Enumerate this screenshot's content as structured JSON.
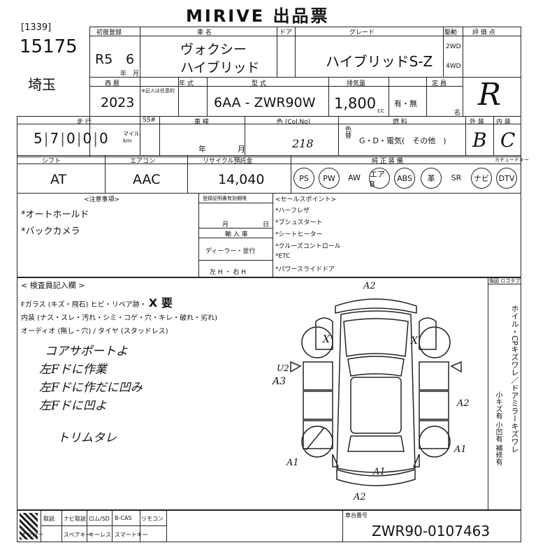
{
  "header": {
    "brand": "MIRIVE",
    "title": "出品票"
  },
  "lot": {
    "bracket": "[1339]",
    "number": "15175",
    "region": "埼玉"
  },
  "labels": {
    "first_reg": "初度登録",
    "car_name": "車 名",
    "door": "ドア",
    "grade": "グレード",
    "drive": "駆動",
    "score": "評 価 点",
    "year": "西 暦",
    "model_year": "年 式",
    "model_year_note": "※記入は任意的",
    "type": "型 式",
    "displacement": "排気量",
    "quota": "定 員",
    "mileage": "走 行",
    "ss": "SS#",
    "inspection": "車 検",
    "color": "色 (Col.No)",
    "fuel": "燃 料",
    "exterior": "外 装",
    "interior": "内 装",
    "shift": "シフト",
    "aircon": "エアコン",
    "recycle": "リサイクル預託金",
    "equipment": "純 正 装 備",
    "car_guide": "カチュードキー",
    "notes": "<注意事項>",
    "reg_expiry": "登録証明書有効期限",
    "import_car": "輸 入 車",
    "dealer": "ディーラー・並行",
    "steering": "左 H ・ 右 H",
    "sales_points": "<セールスポイント>",
    "inspector": "< 検査員記入欄 >",
    "glass": "Fガラス (キズ・飛石) ヒビ・リペア跡・",
    "glass_mark": "X 要",
    "interior_line": "内装 (ナス・スレ・汚れ・シミ・コゲ・穴・キレ・破れ・劣れ)",
    "audio_line": "オーディオ (無し・穴) / タイヤ (スタッドレス)",
    "diagram_head": "傷図 ロゴタブ",
    "wheel_note": "ホイル・CPキズワレ／ドアミラーキズワレ",
    "wheel_side": "小キズ有 小凹有 補修有",
    "chassis_label": "車台番号",
    "bottom_cells": [
      "取説",
      "ナビ取説",
      "ロム/SD",
      "B-CAS",
      "リモコン",
      "ナンバー",
      "スペアキー",
      "キーレス",
      "スマートキー"
    ]
  },
  "vehicle": {
    "reg_era": "R5",
    "reg_month": "6",
    "reg_year_unit": "年",
    "reg_month_unit": "月",
    "name_line1": "ヴォクシー",
    "name_line2": "ハイブリッド",
    "grade": "ハイブリッドS-Z",
    "drive_2wd": "2WD",
    "drive_4wd": "4WD",
    "score": "R",
    "year": "2023",
    "model": "6AA - ZWR90W",
    "displacement": "1,800",
    "displacement_unit": "cc",
    "quota": "有・無",
    "quota_unit": "名",
    "mileage_digits": [
      "5",
      "7",
      "0",
      "0",
      "0"
    ],
    "mileage_unit": "マイル km",
    "inspection_year": "年",
    "inspection_month": "月",
    "color_code": "218",
    "color_suffix": "色替",
    "fuel": "G・D・電気(　その他　)",
    "exterior_grade": "B",
    "interior_grade": "C",
    "shift": "AT",
    "aircon": "AAC",
    "recycle": "14,040",
    "chassis": "ZWR90-0107463"
  },
  "equipment": [
    {
      "label": "PS",
      "circled": true
    },
    {
      "label": "PW",
      "circled": true
    },
    {
      "label": "AW",
      "circled": false
    },
    {
      "label": "エアB",
      "circled": true
    },
    {
      "label": "ABS",
      "circled": true
    },
    {
      "label": "革",
      "circled": true
    },
    {
      "label": "SR",
      "circled": false
    },
    {
      "label": "ナビ",
      "circled": true
    },
    {
      "label": "DTV",
      "circled": true
    }
  ],
  "notes": [
    "*オートホールド",
    "*バックカメラ"
  ],
  "reg_expiry_values": {
    "month": "月",
    "day": "日"
  },
  "sales_points": [
    "*ハーフレザ",
    "*プシュスタート",
    "*シートヒーター",
    "*クルーズコントロール",
    "*ETC",
    "*パワースライドドア"
  ],
  "inspector_notes": [
    "コアサポートよ",
    "左Fドに作業",
    "左Fドに作だに凹み",
    "左Fドに凹よ",
    "トリムタレ"
  ],
  "damage_marks": [
    "A2",
    "X",
    "X",
    "U2",
    "A3",
    "A2",
    "A1",
    "A1",
    "A1",
    "A2"
  ]
}
